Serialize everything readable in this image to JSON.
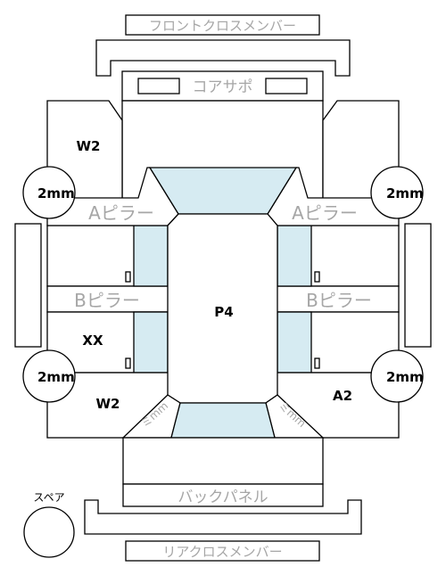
{
  "labels": {
    "front_cross_member": "フロントクロスメンバー",
    "core_support": "コアサポ",
    "a_pillar": "Aピラー",
    "b_pillar": "Bピラー",
    "back_panel": "バックパネル",
    "rear_cross_member": "リアクロスメンバー",
    "spare": "スペア",
    "roof_rail_marks": " ǂmm"
  },
  "panels": {
    "front_left_fender": "W2",
    "rear_left_quarter": "W2",
    "left_rear_door": "XX",
    "rear_right_quarter": "A2",
    "roof": "P4"
  },
  "measurements": {
    "front_left": "2mm",
    "front_right": "2mm",
    "rear_left": "2mm",
    "rear_right": "2mm"
  },
  "colors": {
    "glass": "#d6ebf2",
    "line": "#000000",
    "label_gray": "#a6a6a6"
  }
}
